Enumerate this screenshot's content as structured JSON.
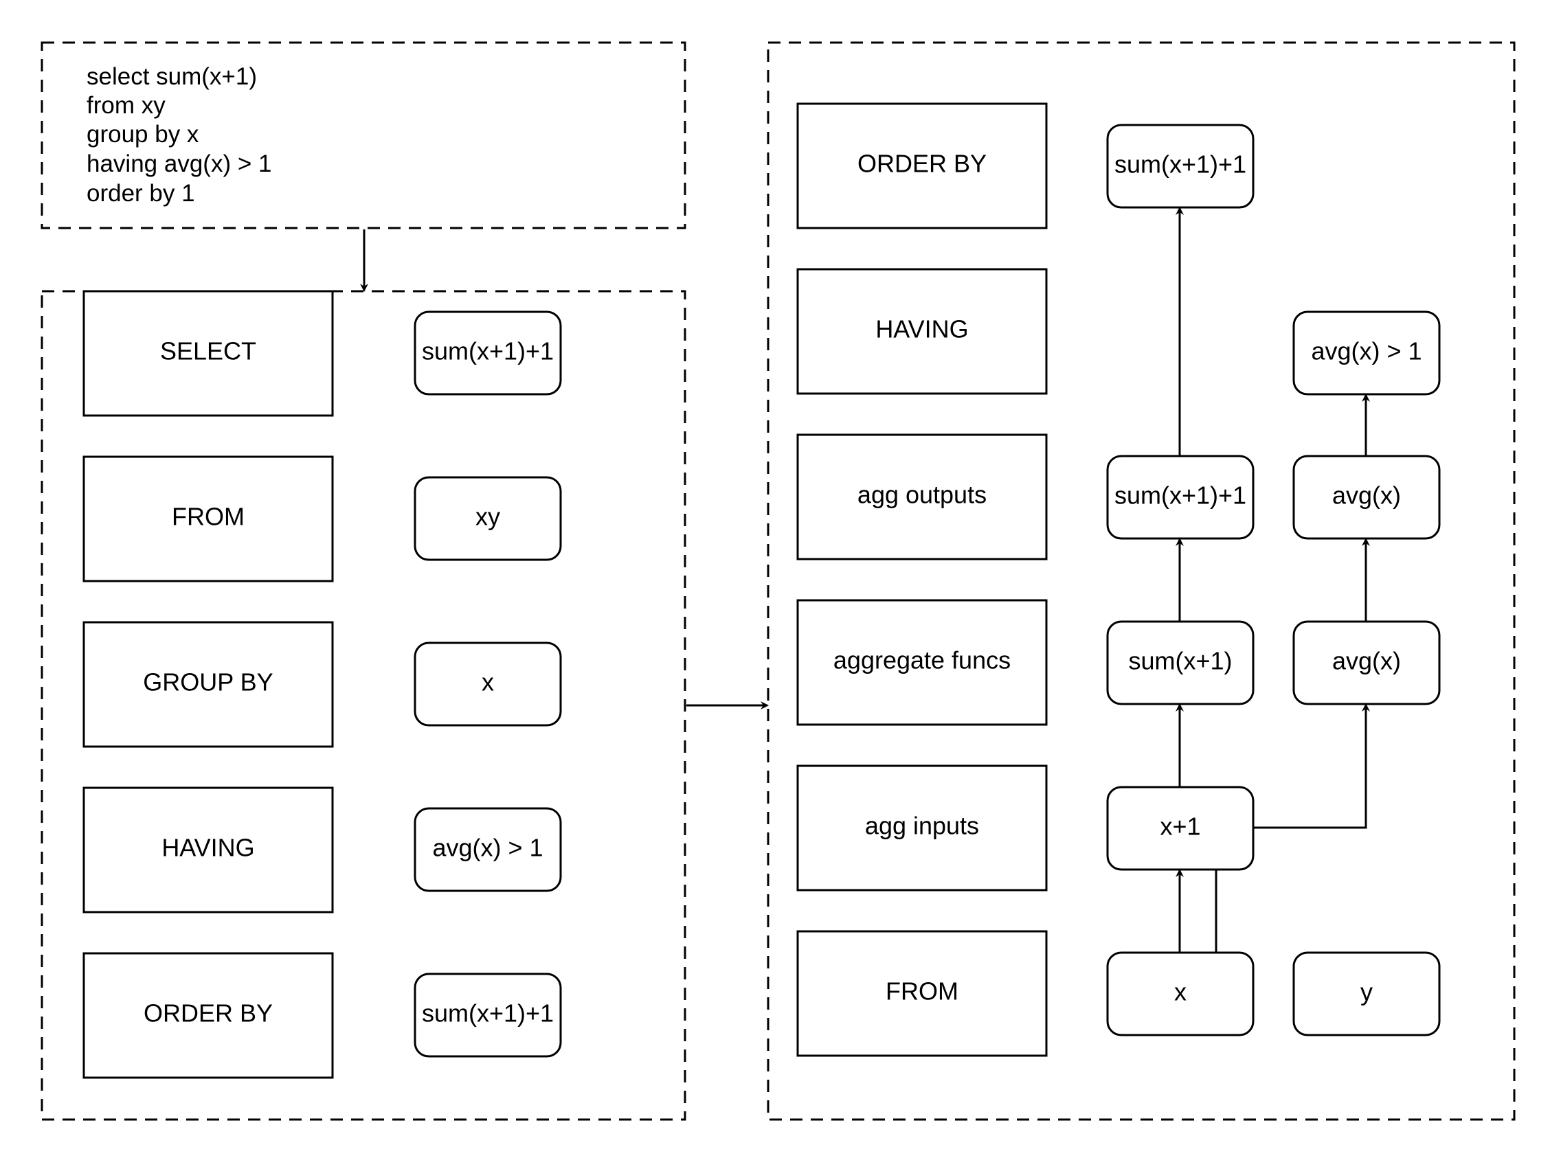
{
  "query": {
    "lines": [
      "select sum(x+1)",
      "from xy",
      "group by x",
      "having avg(x) > 1",
      "order by 1"
    ]
  },
  "clauses": {
    "select": {
      "label": "SELECT",
      "value": "sum(x+1)+1"
    },
    "from": {
      "label": "FROM",
      "value": "xy"
    },
    "group_by": {
      "label": "GROUP BY",
      "value": "x"
    },
    "having": {
      "label": "HAVING",
      "value": "avg(x) > 1"
    },
    "order_by": {
      "label": "ORDER BY",
      "value": "sum(x+1)+1"
    }
  },
  "stages": {
    "order_by": "ORDER BY",
    "having": "HAVING",
    "agg_outputs": "agg outputs",
    "aggregate_funcs": "aggregate funcs",
    "agg_inputs": "agg inputs",
    "from": "FROM"
  },
  "nodes": {
    "order_by_output": "sum(x+1)+1",
    "having_filter": "avg(x) > 1",
    "agg_output_sum": "sum(x+1)+1",
    "agg_output_avg": "avg(x)",
    "agg_func_sum": "sum(x+1)",
    "agg_func_avg": "avg(x)",
    "agg_input": "x+1",
    "column_x": "x",
    "column_y": "y"
  },
  "colors": {
    "stroke": "#000000",
    "fill": "#ffffff",
    "text": "#000000"
  }
}
